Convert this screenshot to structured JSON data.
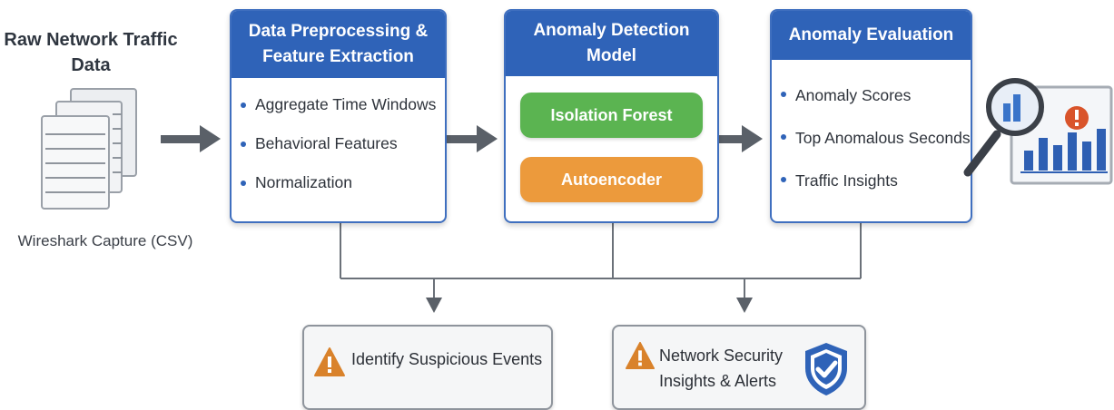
{
  "source": {
    "title_line1": "Raw Network Traffic",
    "title_line2": "Data",
    "caption": "Wireshark Capture (CSV)"
  },
  "stages": {
    "preprocessing": {
      "title_line1": "Data Preprocessing &",
      "title_line2": "Feature Extraction",
      "items": [
        "Aggregate Time Windows",
        "Behavioral Features",
        "Normalization"
      ]
    },
    "model": {
      "title_line1": "Anomaly Detection",
      "title_line2": "Model",
      "methods": [
        "Isolation Forest",
        "Autoencoder"
      ]
    },
    "evaluation": {
      "title": "Anomaly Evaluation",
      "items": [
        "Anomaly Scores",
        "Top Anomalous Seconds",
        "Traffic Insights"
      ]
    }
  },
  "outputs": {
    "suspicious": "Identify Suspicious Events",
    "network_line1": "Network Security",
    "network_line2": "Insights & Alerts"
  },
  "colors": {
    "header_blue": "#2f63b8",
    "isolation_forest_green": "#5bb451",
    "autoencoder_orange": "#ec9a3c",
    "warning_orange": "#d9822b",
    "alert_red": "#d9542b",
    "arrow_gray": "#5a6068"
  },
  "icons": [
    "document-stack-icon",
    "magnifier-chart-icon",
    "warning-icon",
    "shield-check-icon"
  ]
}
